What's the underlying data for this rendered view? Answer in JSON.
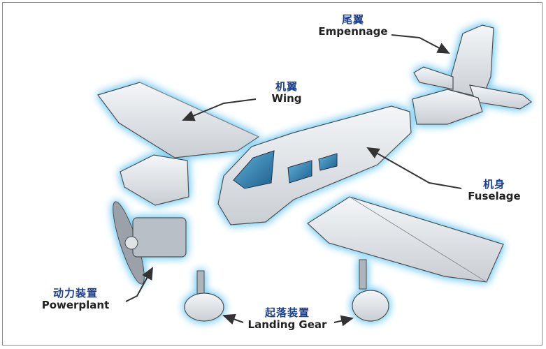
{
  "labels": {
    "empennage": {
      "cn": "尾翼",
      "en": "Empennage"
    },
    "wing": {
      "cn": "机翼",
      "en": "Wing"
    },
    "fuselage": {
      "cn": "机身",
      "en": "Fuselage"
    },
    "powerplant": {
      "cn": "动力装置",
      "en": "Powerplant"
    },
    "landing_gear": {
      "cn": "起落装置",
      "en": "Landing Gear"
    }
  },
  "colors": {
    "glow": "#7fd0f2",
    "part_fill": "#e9ecef",
    "part_stroke": "#4a4f55",
    "window": "#2f86b8",
    "label_cn": "#1b3f8f",
    "label_en": "#222222"
  }
}
